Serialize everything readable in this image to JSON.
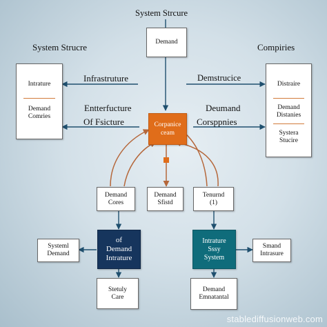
{
  "title": "System Strcure",
  "left_heading": "System Strucre",
  "right_heading": "Compiries",
  "labels": {
    "infrastructure": "Infrastruture",
    "demstrucice": "Demstrucice",
    "enterfucture": "Entterfucture",
    "of_fsicture": "Of Fsicture",
    "deumand": "Deumand",
    "corspnies": "Corsppnies"
  },
  "nodes": {
    "demand_top": [
      "Demand"
    ],
    "left_box": {
      "top": [
        "Intrature"
      ],
      "bottom": [
        "Demand",
        "Comries"
      ]
    },
    "right_box": {
      "top": [
        "Distraire"
      ],
      "middle": [
        "Demand",
        "Distanies"
      ],
      "bottom": [
        "Systera",
        "Stucire"
      ]
    },
    "center": [
      "Corpanice",
      "ceam"
    ],
    "demand_cores": [
      "Demand",
      "Cores"
    ],
    "demand_sfistd": [
      "Demand",
      "Sfistd"
    ],
    "tenurnd": [
      "Tenurnd",
      "(1)"
    ],
    "of_demand": [
      "of",
      "Demand",
      "Intrature"
    ],
    "teal": [
      "Intrature",
      "Sssy",
      "System"
    ],
    "system_demand": [
      "Systeml",
      "Demand"
    ],
    "smand": [
      "Smand",
      "Intrasure"
    ],
    "stetuly_care": [
      "Stetuly",
      "Care"
    ],
    "demand_emnatntal": [
      "Demand",
      "Emnatantal"
    ]
  },
  "watermark": "stablediffusionweb.com",
  "colors": {
    "dark_blue": "#16355d",
    "teal": "#0f6c7b",
    "orange": "#e06d1a",
    "connector_blue": "#1f4f6e",
    "connector_brown": "#b5673a"
  }
}
